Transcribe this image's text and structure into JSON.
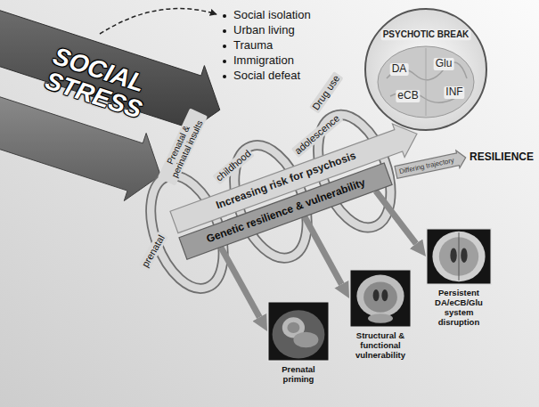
{
  "diagram": {
    "nodes": [
      {
        "text": [
          "PSYCHOTIC BREAK",
          "DA",
          "Glu",
          "eCB",
          "INF"
        ]
      },
      {
        "text": [
          "Increasing risk for psychosis"
        ]
      },
      {
        "text": [
          "Genetic resilience & vulnerability"
        ]
      },
      {
        "text": [
          "Differing trajectory"
        ]
      },
      {
        "text": [
          "Prenatal priming"
        ]
      },
      {
        "text": [
          "Structural & functional vulnerability"
        ]
      },
      {
        "text": [
          "Persistent DA/eCB/Glu system disruption"
        ]
      }
    ],
    "edges": [
      {
        "from": 2,
        "to": 4,
        "arrow": "to"
      },
      {
        "from": 2,
        "to": 5,
        "arrow": "to"
      },
      {
        "from": 2,
        "to": 6,
        "arrow": "to"
      }
    ],
    "labels": [
      "SOCIAL STRESS",
      "Social isolation",
      "Urban living",
      "Trauma",
      "Immigration",
      "Social defeat",
      "Prenatal & perinatal insults",
      "Drug use",
      "prenatal",
      "childhood",
      "adolescence",
      "RESILIENCE"
    ]
  }
}
